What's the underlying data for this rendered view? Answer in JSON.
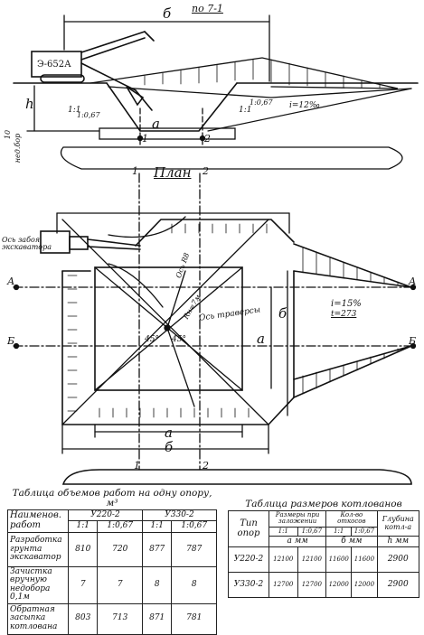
{
  "elevation": {
    "ref_label": "по 7-1",
    "dim_b": "б",
    "dim_a": "а",
    "excavator_label": "Э-652А",
    "depth_h": "h",
    "dim_10": "10",
    "lower_text": "нед.бор",
    "slope_1": "1:1",
    "slope_067": "1:0,67",
    "slope_1b": "1:1",
    "slope_067b": "1:0,67",
    "ramp_label": "i=12‰",
    "axis_1": "1",
    "axis_2": "2"
  },
  "plan": {
    "title": "План",
    "axis_1": "1",
    "axis_2": "2",
    "excavator_axis": "Ось забоя экскаватора",
    "ramp_label": "i=15%",
    "ramp_sub": "t=273",
    "traverse_axis": "Ось траверсы",
    "diag_label": "Ось R8",
    "angle_45a": "45°",
    "angle_45b": "45°",
    "dim_r": "Rн=7м",
    "dim_a_vert": "а",
    "dim_b_vert": "б",
    "dim_a_bottom": "а",
    "dim_b_bottom": "б",
    "axis_A": "А",
    "axis_B": "Б",
    "axis_A_r": "А",
    "axis_B_r": "Б"
  },
  "volume_table": {
    "title": "Таблица объемов работ на одну опору, м³",
    "col_header": "Наименов. работ",
    "col_groups": [
      "У220-2",
      "У330-2"
    ],
    "slopes": [
      "1:1",
      "1:0,67",
      "1:1",
      "1:0,67"
    ],
    "rows": [
      {
        "name": "Разработка грунта экскаватор",
        "values": [
          "810",
          "720",
          "877",
          "787"
        ]
      },
      {
        "name": "Зачистка вручную недобора 0,1м",
        "values": [
          "7",
          "7",
          "8",
          "8"
        ]
      },
      {
        "name": "Обратная засыпка котлована",
        "values": [
          "803",
          "713",
          "871",
          "781"
        ]
      }
    ]
  },
  "size_table": {
    "title": "Таблица размеров котлованов",
    "col_type": "Тип опор",
    "col_sizes": "Размеры при заложении",
    "col_sizes2": "Кол-во откосов",
    "col_depth": "Глубина котл-а",
    "slopes": [
      "1:1",
      "1:0,67",
      "1:1",
      "1:0,67"
    ],
    "dim_a": "а мм",
    "dim_b": "б мм",
    "depth_unit": "h мм",
    "rows": [
      {
        "type": "У220-2",
        "values": [
          "12100",
          "12100",
          "11600",
          "11600"
        ],
        "depth": "2900"
      },
      {
        "type": "У330-2",
        "values": [
          "12700",
          "12700",
          "12000",
          "12000"
        ],
        "depth": "2900"
      }
    ]
  }
}
